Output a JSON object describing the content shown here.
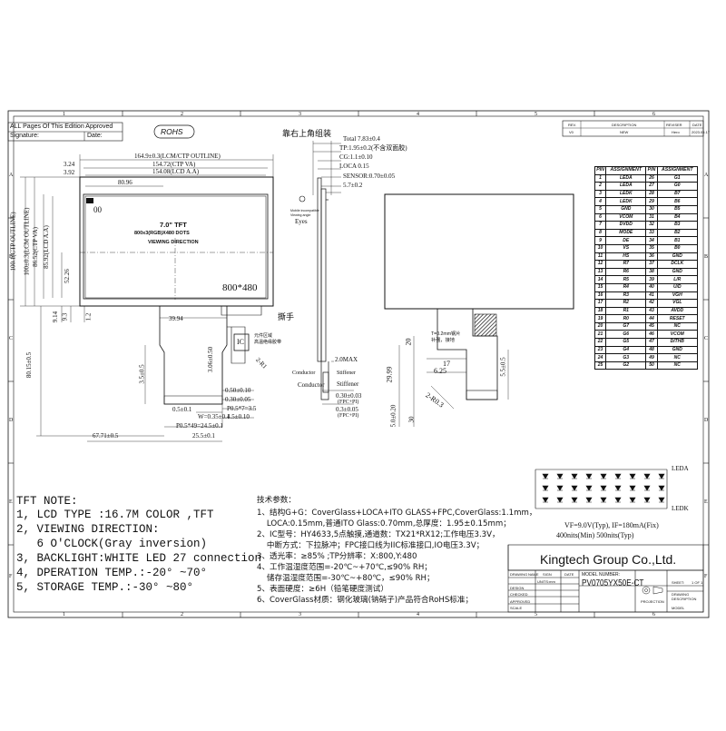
{
  "approval": {
    "label": "ALL Pages Of This Edition Approved",
    "signature_label": "Signature:",
    "date_label": "Date:",
    "rohs": "ROHS"
  },
  "grid": {
    "columns": [
      "1",
      "2",
      "3",
      "4",
      "5",
      "6"
    ],
    "rows": [
      "A",
      "B",
      "C",
      "D",
      "E",
      "F"
    ]
  },
  "revision": {
    "headers": [
      "REV.",
      "DESCRIPTION",
      "REVISER",
      "DATE"
    ],
    "row": [
      "V0",
      "NEW",
      "Hero",
      "2023.05.17"
    ]
  },
  "front_view": {
    "dims": [
      "164.9±0.3(LCM/CTP OUTLINE)",
      "154.72(CTP VA)",
      "154.08(LCD A.A)",
      "3.24",
      "3.92",
      "80.96"
    ],
    "vdims": [
      "100.1(CTP OUTLINE)",
      "100±0.3(LCM OUTLINE)",
      "86.52(CTP VA)",
      "85.92(LCD A.A)",
      "52.26",
      "9.14",
      "9.3",
      "1.2",
      "80.15±0.5",
      "3.5±0.5",
      "3.06±0.50"
    ],
    "panel_title": "7.0\" TFT",
    "panel_res": "800x3(RGB)X480 DOTS",
    "panel_dir": "VIEWING DIRECTION",
    "resolution": "800*480",
    "corner": "00",
    "tear_label": "撕手",
    "ic_label": "IC",
    "ic_note": "元件区域\n高温绝缘胶带",
    "fpc_dims": [
      "39.94",
      "0.50±0.10",
      "0.30±0.05",
      "W=0.35±0.1",
      "P0.5*7=3.5",
      "4.5±0.10",
      "0.5±0.1",
      "P0.5*49=24.5±0.1",
      "25.5±0.1",
      "67.71±0.5",
      "2-R1"
    ]
  },
  "side_view": {
    "title": "靠右上角组装",
    "dims": [
      "Total 7.83±0.4",
      "TP:1.95±0.2(不含双面胶)",
      "CG:1.1±0.10",
      "LOCA 0.15",
      "SENSOR:0.70±0.05",
      "5.7±0.2",
      "2.0MAX",
      "0.30±0.03",
      "(FPC+PI)",
      "0.3±0.05",
      "(FPC+PI)"
    ],
    "eyes_note": "Mobile incompatible\nViewing angle",
    "eyes": "Eyes",
    "conductor": "Conductor",
    "stiffener": "Stiffener"
  },
  "back_view": {
    "dims": [
      "29.99",
      "20",
      "17",
      "6.25",
      "5.5±0.5",
      "5.0±0.20",
      "30",
      "2-R0.3",
      "T=0.2mm钢片\n补强，接地"
    ]
  },
  "pins": {
    "headers": [
      "PIN",
      "ASSIGNMENT",
      "PIN",
      "ASSIGNMENT"
    ],
    "rows": [
      [
        "1",
        "LEDA",
        "26",
        "G1"
      ],
      [
        "2",
        "LEDA",
        "27",
        "G0"
      ],
      [
        "3",
        "LEDK",
        "28",
        "B7"
      ],
      [
        "4",
        "LEDK",
        "29",
        "B6"
      ],
      [
        "5",
        "GND",
        "30",
        "B5"
      ],
      [
        "6",
        "VCOM",
        "31",
        "B4"
      ],
      [
        "7",
        "DVDD",
        "32",
        "B3"
      ],
      [
        "8",
        "MODE",
        "33",
        "B2"
      ],
      [
        "9",
        "DE",
        "34",
        "B1"
      ],
      [
        "10",
        "VS",
        "35",
        "B0"
      ],
      [
        "11",
        "HS",
        "36",
        "GND"
      ],
      [
        "12",
        "R7",
        "37",
        "DCLK"
      ],
      [
        "13",
        "R6",
        "38",
        "GND"
      ],
      [
        "14",
        "R5",
        "39",
        "L/R"
      ],
      [
        "15",
        "R4",
        "40",
        "U/D"
      ],
      [
        "16",
        "R3",
        "41",
        "VGH"
      ],
      [
        "17",
        "R2",
        "42",
        "VGL"
      ],
      [
        "18",
        "R1",
        "43",
        "AVDD"
      ],
      [
        "19",
        "R0",
        "44",
        "RESET"
      ],
      [
        "20",
        "G7",
        "45",
        "NC"
      ],
      [
        "21",
        "G6",
        "46",
        "VCOM"
      ],
      [
        "22",
        "G5",
        "47",
        "DITHB"
      ],
      [
        "23",
        "G4",
        "48",
        "GND"
      ],
      [
        "24",
        "G3",
        "49",
        "NC"
      ],
      [
        "25",
        "G2",
        "50",
        "NC"
      ]
    ]
  },
  "led": {
    "anode": "LEDA",
    "cathode": "LEDK",
    "vf": "VF=9.0V(Typ), IF=180mA(Fix)",
    "nits": "400nits(Min) 500nits(Typ)",
    "rows": 3,
    "cols": 9
  },
  "tft_note": {
    "title": "TFT NOTE:",
    "lines": [
      "1, LCD TYPE :16.7M COLOR ,TFT",
      "2, VIEWING DIRECTION:",
      "   6 O'CLOCK(Gray inversion)",
      "3, BACKLIGHT:WHITE LED 27 connection",
      "4, DPERATION TEMP.:-20° ~70°",
      "5, STORAGE TEMP.:-30° ~80°"
    ]
  },
  "tech_params": {
    "title": "技术参数：",
    "lines": [
      "1、结构G+G：CoverGlass+LOCA+ITO GLASS+FPC,CoverGlass:1.1mm，",
      "    LOCA:0.15mm,普通ITO Glass:0.70mm,总厚度：1.95±0.15mm；",
      "2、IC型号：HY4633,5点触摸,通道数：TX21*RX12;工作电压3.3V，",
      "    中断方式：下拉脉冲；FPC接口线为IIC标准接口,IO电压3.3V；",
      "3、透光率：≥85% ;TP分辨率：X:800,Y:480",
      "4、工作温湿度范围=-20℃~+70℃,≤90% RH；",
      "    储存温湿度范围=-30℃~+80℃，≤90% RH；",
      "5、表面硬度：≥6H（铅笔硬度测试）",
      "6、CoverGlass材质：钢化玻璃(钠硝子)产品符合RoHS标准；"
    ]
  },
  "title_block": {
    "company": "Kingtech Group Co.,Ltd.",
    "model_label": "MODEL NUMBER:",
    "model": "PV0705YX50E-CT",
    "fields": [
      "DRAWING",
      "NAME",
      "SIGN",
      "DATE",
      "DESIGN",
      "CHECKED",
      "APPROVED",
      "UNITS:mm",
      "SCALE",
      "SHEET:",
      "1 OF 1",
      "PROJECTION",
      "DRAWING DESCRIPTION",
      "MODEL"
    ]
  },
  "colors": {
    "ink": "#111111",
    "paper": "#ffffff"
  }
}
